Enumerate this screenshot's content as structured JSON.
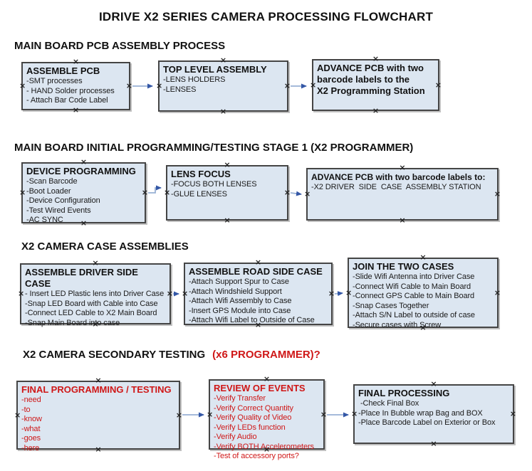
{
  "title": "IDRIVE X2  SERIES CAMERA PROCESSING FLOWCHART",
  "colors": {
    "box_fill": "#dce6f1",
    "box_border": "#454545",
    "connector_line": "#98b1d4",
    "connector_arrow": "#3457a6",
    "accent_red": "#cf1717",
    "text": "#111111",
    "background": "#ffffff"
  },
  "sections": [
    {
      "heading": "MAIN BOARD PCB ASSEMBLY PROCESS",
      "boxes": [
        {
          "title": "ASSEMBLE PCB",
          "items": [
            "-SMT processes",
            "- HAND Solder processes",
            "- Attach Bar Code Label"
          ]
        },
        {
          "title": "TOP LEVEL ASSEMBLY",
          "items": [
            "-LENS HOLDERS",
            "-LENSES"
          ]
        },
        {
          "title": "ADVANCE PCB with two\nbarcode labels to the\n X2 Programming Station",
          "items": []
        }
      ]
    },
    {
      "heading": "MAIN BOARD INITIAL PROGRAMMING/TESTING STAGE 1 (X2 PROGRAMMER)",
      "boxes": [
        {
          "title": "DEVICE PROGRAMMING",
          "items": [
            "-Scan Barcode",
            "-Boot Loader",
            "-Device Configuration",
            "-Test Wired Events",
            "-AC SYNC"
          ]
        },
        {
          "title": "LENS FOCUS",
          "items": [
            "-FOCUS BOTH LENSES",
            "-GLUE LENSES"
          ]
        },
        {
          "title": "ADVANCE PCB with two barcode labels to:",
          "items": [
            "-X2 DRIVER  SIDE  CASE  ASSEMBLY STATION"
          ]
        }
      ]
    },
    {
      "heading": "X2 CAMERA CASE ASSEMBLIES",
      "boxes": [
        {
          "title": "ASSEMBLE DRIVER SIDE CASE",
          "items": [
            "- Insert LED Plastic lens into Driver Case",
            "-Snap LED Board with Cable into Case",
            "-Connect LED Cable to X2 Main Board",
            "-Snap Main Board into case"
          ]
        },
        {
          "title": "ASSEMBLE ROAD SIDE CASE",
          "items": [
            "-Attach Support Spur to Case",
            "-Attach Windshield Support",
            "-Attach Wifi Assembly to Case",
            "-Insert GPS Module into Case",
            "-Attach Wifi Label to Outside of Case"
          ]
        },
        {
          "title": "JOIN THE TWO CASES",
          "items": [
            "-Slide Wifi Antenna into Driver Case",
            "-Connect Wifi Cable to Main Board",
            "-Connect GPS Cable to Main Board",
            "-Snap Cases Together",
            "-Attach S/N Label to outside of case",
            "-Secure cases with Screw"
          ]
        }
      ]
    },
    {
      "heading": "X2 CAMERA SECONDARY TESTING",
      "heading_note": "(x6 PROGRAMMER)?",
      "boxes": [
        {
          "title": "FINAL PROGRAMMING / TESTING",
          "items": [
            "-need",
            "-to",
            "-know",
            "-what",
            "-goes",
            "-here"
          ]
        },
        {
          "title": "REVIEW OF EVENTS",
          "items": [
            "-Verify Transfer",
            "-Verify Correct Quantity",
            "-Verify Quality of Video",
            "-Verify LEDs function",
            "-Verify Audio",
            "-Verify BOTH Accelerometers",
            "-Test of accessory ports?"
          ]
        },
        {
          "title": "FINAL PROCESSING",
          "items": [
            " -Check Final Box",
            "-Place In Bubble wrap Bag and BOX",
            "-Place Barcode Label on Exterior or Box"
          ]
        }
      ]
    }
  ]
}
